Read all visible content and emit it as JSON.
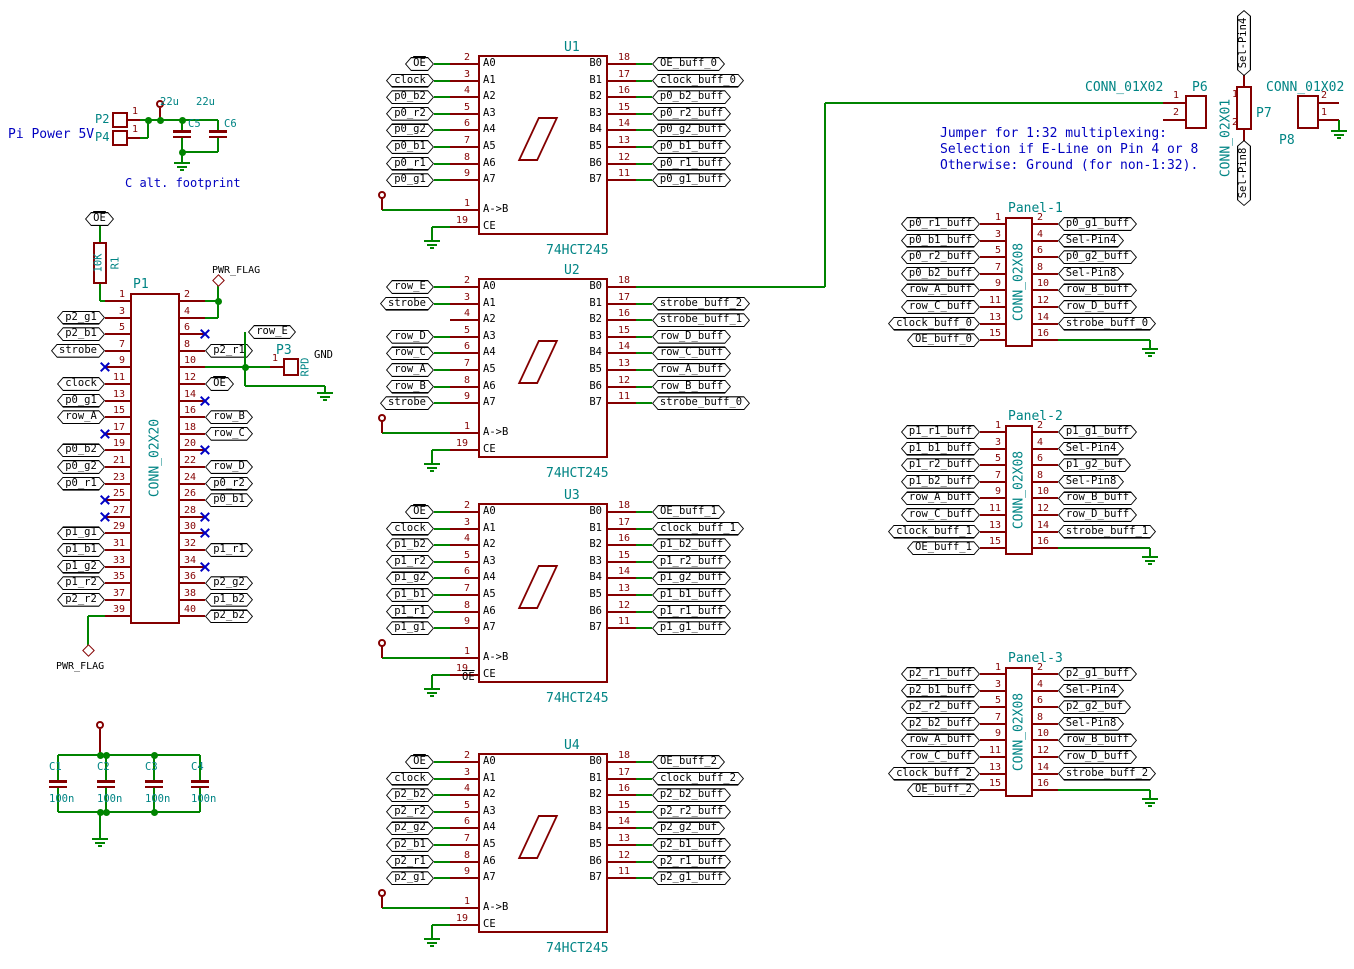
{
  "colors": {
    "wire": "#008400",
    "component": "#840000",
    "accent_teal": "#008484",
    "note_blue": "#0000C0",
    "label_black": "#000000",
    "noconnect_blue": "#0000C4",
    "background": "#FFFFFF"
  },
  "power_in": {
    "title": "Pi Power 5V",
    "p2_ref": "P2",
    "p2_pin": "1",
    "p4_ref": "P4",
    "p4_pin": "1",
    "c5_ref": "C5",
    "c5_val": "22u",
    "c6_ref": "C6",
    "c6_val": "22u",
    "footprint_note": "C alt. footprint"
  },
  "pullup": {
    "net": "OE",
    "ref": "R1",
    "value": "10K"
  },
  "gpio": {
    "ref": "P1",
    "value": "CONN_02X20",
    "pwr_flag_top": "PWR_FLAG",
    "pwr_flag_bottom": "PWR_FLAG",
    "row_e": "row_E",
    "gnd": "GND",
    "p3_ref": "P3",
    "p3_value": "RPD",
    "p3_pin": "1",
    "left": [
      {
        "pin": "1",
        "conn": "pullup"
      },
      {
        "pin": "3",
        "label": "p2_g1"
      },
      {
        "pin": "5",
        "label": "p2_b1"
      },
      {
        "pin": "7",
        "label": "strobe"
      },
      {
        "pin": "9",
        "nc": true
      },
      {
        "pin": "11",
        "label": "clock"
      },
      {
        "pin": "13",
        "label": "p0_g1"
      },
      {
        "pin": "15",
        "label": "row_A"
      },
      {
        "pin": "17",
        "nc": true
      },
      {
        "pin": "19",
        "label": "p0_b2"
      },
      {
        "pin": "21",
        "label": "p0_g2"
      },
      {
        "pin": "23",
        "label": "p0_r1"
      },
      {
        "pin": "25",
        "nc": true
      },
      {
        "pin": "27",
        "nc": true
      },
      {
        "pin": "29",
        "label": "p1_g1"
      },
      {
        "pin": "31",
        "label": "p1_b1"
      },
      {
        "pin": "33",
        "label": "p1_g2"
      },
      {
        "pin": "35",
        "label": "p1_r2"
      },
      {
        "pin": "37",
        "label": "p2_r2"
      },
      {
        "pin": "39",
        "conn": "pwrflag"
      }
    ],
    "right": [
      {
        "pin": "2",
        "conn": "power"
      },
      {
        "pin": "4",
        "conn": "power"
      },
      {
        "pin": "6",
        "nc": true
      },
      {
        "pin": "8",
        "label": "p2_r1"
      },
      {
        "pin": "10",
        "conn": "rowe"
      },
      {
        "pin": "12",
        "label": "OE",
        "ov": true
      },
      {
        "pin": "14",
        "nc": true
      },
      {
        "pin": "16",
        "label": "row_B"
      },
      {
        "pin": "18",
        "label": "row_C"
      },
      {
        "pin": "20",
        "nc": true
      },
      {
        "pin": "22",
        "label": "row_D"
      },
      {
        "pin": "24",
        "label": "p0_r2"
      },
      {
        "pin": "26",
        "label": "p0_b1"
      },
      {
        "pin": "28",
        "nc": true
      },
      {
        "pin": "30",
        "nc": true
      },
      {
        "pin": "32",
        "label": "p1_r1"
      },
      {
        "pin": "34",
        "nc": true
      },
      {
        "pin": "36",
        "label": "p2_g2"
      },
      {
        "pin": "38",
        "label": "p1_b2"
      },
      {
        "pin": "40",
        "label": "p2_b2"
      }
    ]
  },
  "buffers": [
    {
      "ref": "U1",
      "value": "74HCT245",
      "pin_dir": {
        "num": "1",
        "name": "A->B"
      },
      "pin_ce": {
        "num": "19",
        "name": "CE"
      },
      "pins_left": [
        {
          "num": "2",
          "name": "A0",
          "label": "OE",
          "ov": true
        },
        {
          "num": "3",
          "name": "A1",
          "label": "clock"
        },
        {
          "num": "4",
          "name": "A2",
          "label": "p0_b2"
        },
        {
          "num": "5",
          "name": "A3",
          "label": "p0_r2"
        },
        {
          "num": "6",
          "name": "A4",
          "label": "p0_g2"
        },
        {
          "num": "7",
          "name": "A5",
          "label": "p0_b1"
        },
        {
          "num": "8",
          "name": "A6",
          "label": "p0_r1"
        },
        {
          "num": "9",
          "name": "A7",
          "label": "p0_g1"
        }
      ],
      "pins_right": [
        {
          "num": "18",
          "name": "B0",
          "label": "OE_buff_0"
        },
        {
          "num": "17",
          "name": "B1",
          "label": "clock_buff_0"
        },
        {
          "num": "16",
          "name": "B2",
          "label": "p0_b2_buff"
        },
        {
          "num": "15",
          "name": "B3",
          "label": "p0_r2_buff"
        },
        {
          "num": "14",
          "name": "B4",
          "label": "p0_g2_buff"
        },
        {
          "num": "13",
          "name": "B5",
          "label": "p0_b1_buff"
        },
        {
          "num": "12",
          "name": "B6",
          "label": "p0_r1_buff"
        },
        {
          "num": "11",
          "name": "B7",
          "label": "p0_g1_buff"
        }
      ]
    },
    {
      "ref": "U2",
      "value": "74HCT245",
      "pin_dir": {
        "num": "1",
        "name": "A->B"
      },
      "pin_ce": {
        "num": "19",
        "name": "CE"
      },
      "pins_left": [
        {
          "num": "2",
          "name": "A0",
          "label": "row_E"
        },
        {
          "num": "3",
          "name": "A1",
          "label": "strobe"
        },
        {
          "num": "4",
          "name": "A2"
        },
        {
          "num": "5",
          "name": "A3",
          "label": "row_D"
        },
        {
          "num": "6",
          "name": "A4",
          "label": "row_C"
        },
        {
          "num": "7",
          "name": "A5",
          "label": "row_A"
        },
        {
          "num": "8",
          "name": "A6",
          "label": "row_B"
        },
        {
          "num": "9",
          "name": "A7",
          "label": "strobe"
        }
      ],
      "pins_right": [
        {
          "num": "18",
          "name": "B0",
          "wire_to_jumper": true
        },
        {
          "num": "17",
          "name": "B1",
          "label": "strobe_buff_2"
        },
        {
          "num": "16",
          "name": "B2",
          "label": "strobe_buff_1"
        },
        {
          "num": "15",
          "name": "B3",
          "label": "row_D_buff"
        },
        {
          "num": "14",
          "name": "B4",
          "label": "row_C_buff"
        },
        {
          "num": "13",
          "name": "B5",
          "label": "row_A_buff"
        },
        {
          "num": "12",
          "name": "B6",
          "label": "row_B_buff"
        },
        {
          "num": "11",
          "name": "B7",
          "label": "strobe_buff_0"
        }
      ]
    },
    {
      "ref": "U3",
      "value": "74HCT245",
      "pin_dir": {
        "num": "1",
        "name": "A->B"
      },
      "pin_ce": {
        "num": "19",
        "name": "CE",
        "extra_label": "OE",
        "ov": true
      },
      "pins_left": [
        {
          "num": "2",
          "name": "A0",
          "label": "OE",
          "ov": true
        },
        {
          "num": "3",
          "name": "A1",
          "label": "clock"
        },
        {
          "num": "4",
          "name": "A2",
          "label": "p1_b2"
        },
        {
          "num": "5",
          "name": "A3",
          "label": "p1_r2"
        },
        {
          "num": "6",
          "name": "A4",
          "label": "p1_g2"
        },
        {
          "num": "7",
          "name": "A5",
          "label": "p1_b1"
        },
        {
          "num": "8",
          "name": "A6",
          "label": "p1_r1"
        },
        {
          "num": "9",
          "name": "A7",
          "label": "p1_g1"
        }
      ],
      "pins_right": [
        {
          "num": "18",
          "name": "B0",
          "label": "OE_buff_1"
        },
        {
          "num": "17",
          "name": "B1",
          "label": "clock_buff_1"
        },
        {
          "num": "16",
          "name": "B2",
          "label": "p1_b2_buff"
        },
        {
          "num": "15",
          "name": "B3",
          "label": "p1_r2_buff"
        },
        {
          "num": "14",
          "name": "B4",
          "label": "p1_g2_buff"
        },
        {
          "num": "13",
          "name": "B5",
          "label": "p1_b1_buff"
        },
        {
          "num": "12",
          "name": "B6",
          "label": "p1_r1_buff"
        },
        {
          "num": "11",
          "name": "B7",
          "label": "p1_g1_buff"
        }
      ]
    },
    {
      "ref": "U4",
      "value": "74HCT245",
      "pin_dir": {
        "num": "1",
        "name": "A->B"
      },
      "pin_ce": {
        "num": "19",
        "name": "CE"
      },
      "pins_left": [
        {
          "num": "2",
          "name": "A0",
          "label": "OE",
          "ov": true
        },
        {
          "num": "3",
          "name": "A1",
          "label": "clock"
        },
        {
          "num": "4",
          "name": "A2",
          "label": "p2_b2"
        },
        {
          "num": "5",
          "name": "A3",
          "label": "p2_r2"
        },
        {
          "num": "6",
          "name": "A4",
          "label": "p2_g2"
        },
        {
          "num": "7",
          "name": "A5",
          "label": "p2_b1"
        },
        {
          "num": "8",
          "name": "A6",
          "label": "p2_r1"
        },
        {
          "num": "9",
          "name": "A7",
          "label": "p2_g1"
        }
      ],
      "pins_right": [
        {
          "num": "18",
          "name": "B0",
          "label": "OE_buff_2"
        },
        {
          "num": "17",
          "name": "B1",
          "label": "clock_buff_2"
        },
        {
          "num": "16",
          "name": "B2",
          "label": "p2_b2_buff"
        },
        {
          "num": "15",
          "name": "B3",
          "label": "p2_r2_buff"
        },
        {
          "num": "14",
          "name": "B4",
          "label": "p2_g2_buf"
        },
        {
          "num": "13",
          "name": "B5",
          "label": "p2_b1_buff"
        },
        {
          "num": "12",
          "name": "B6",
          "label": "p2_r1_buff"
        },
        {
          "num": "11",
          "name": "B7",
          "label": "p2_g1_buff"
        }
      ]
    }
  ],
  "decoupling": {
    "caps": [
      {
        "ref": "C1",
        "value": "100n"
      },
      {
        "ref": "C2",
        "value": "100n"
      },
      {
        "ref": "C3",
        "value": "100n"
      },
      {
        "ref": "C4",
        "value": "100n"
      }
    ]
  },
  "panels": [
    {
      "title": "Panel-1",
      "value": "CONN_02X08",
      "left": [
        {
          "pin": "1",
          "label": "p0_r1_buff"
        },
        {
          "pin": "3",
          "label": "p0_b1_buff"
        },
        {
          "pin": "5",
          "label": "p0_r2_buff"
        },
        {
          "pin": "7",
          "label": "p0_b2_buff"
        },
        {
          "pin": "9",
          "label": "row_A_buff"
        },
        {
          "pin": "11",
          "label": "row_C_buff"
        },
        {
          "pin": "13",
          "label": "clock_buff_0"
        },
        {
          "pin": "15",
          "label": "OE_buff_0"
        }
      ],
      "right": [
        {
          "pin": "2",
          "label": "p0_g1_buff"
        },
        {
          "pin": "4",
          "label": "Sel-Pin4"
        },
        {
          "pin": "6",
          "label": "p0_g2_buff"
        },
        {
          "pin": "8",
          "label": "Sel-Pin8"
        },
        {
          "pin": "10",
          "label": "row_B_buff"
        },
        {
          "pin": "12",
          "label": "row_D_buff"
        },
        {
          "pin": "14",
          "label": "strobe_buff_0"
        },
        {
          "pin": "16",
          "gnd": true
        }
      ]
    },
    {
      "title": "Panel-2",
      "value": "CONN_02X08",
      "left": [
        {
          "pin": "1",
          "label": "p1_r1_buff"
        },
        {
          "pin": "3",
          "label": "p1_b1_buff"
        },
        {
          "pin": "5",
          "label": "p1_r2_buff"
        },
        {
          "pin": "7",
          "label": "p1_b2_buff"
        },
        {
          "pin": "9",
          "label": "row_A_buff"
        },
        {
          "pin": "11",
          "label": "row_C_buff"
        },
        {
          "pin": "13",
          "label": "clock_buff_1"
        },
        {
          "pin": "15",
          "label": "OE_buff_1"
        }
      ],
      "right": [
        {
          "pin": "2",
          "label": "p1_g1_buff"
        },
        {
          "pin": "4",
          "label": "Sel-Pin4"
        },
        {
          "pin": "6",
          "label": "p1_g2_buf"
        },
        {
          "pin": "8",
          "label": "Sel-Pin8"
        },
        {
          "pin": "10",
          "label": "row_B_buff"
        },
        {
          "pin": "12",
          "label": "row_D_buff"
        },
        {
          "pin": "14",
          "label": "strobe_buff_1"
        },
        {
          "pin": "16",
          "gnd": true
        }
      ]
    },
    {
      "title": "Panel-3",
      "value": "CONN_02X08",
      "left": [
        {
          "pin": "1",
          "label": "p2_r1_buff"
        },
        {
          "pin": "3",
          "label": "p2_b1_buff"
        },
        {
          "pin": "5",
          "label": "p2_r2_buff"
        },
        {
          "pin": "7",
          "label": "p2_b2_buff"
        },
        {
          "pin": "9",
          "label": "row_A_buff"
        },
        {
          "pin": "11",
          "label": "row_C_buff"
        },
        {
          "pin": "13",
          "label": "clock_buff_2"
        },
        {
          "pin": "15",
          "label": "OE_buff_2"
        }
      ],
      "right": [
        {
          "pin": "2",
          "label": "p2_g1_buff"
        },
        {
          "pin": "4",
          "label": "Sel-Pin4"
        },
        {
          "pin": "6",
          "label": "p2_g2_buf"
        },
        {
          "pin": "8",
          "label": "Sel-Pin8"
        },
        {
          "pin": "10",
          "label": "row_B_buff"
        },
        {
          "pin": "12",
          "label": "row_D_buff"
        },
        {
          "pin": "14",
          "label": "strobe_buff_2"
        },
        {
          "pin": "16",
          "gnd": true
        }
      ]
    }
  ],
  "jumpers": {
    "note_lines": [
      "Jumper for 1:32 multiplexing:",
      "Selection if E-Line on Pin 4 or 8",
      "Otherwise: Ground (for non-1:32)."
    ],
    "p6": {
      "ref": "P6",
      "value": "CONN_01X02",
      "pin_top": "1",
      "pin_bottom": "2"
    },
    "p7": {
      "ref": "P7",
      "value": "CONN_02X01",
      "pin_top": "1",
      "pin_bottom": "2",
      "label_top": "Sel-Pin4",
      "label_bottom": "Sel-Pin8"
    },
    "p8": {
      "ref": "P8",
      "value": "CONN_01X02",
      "pin_top": "2",
      "pin_bottom": "1"
    }
  }
}
